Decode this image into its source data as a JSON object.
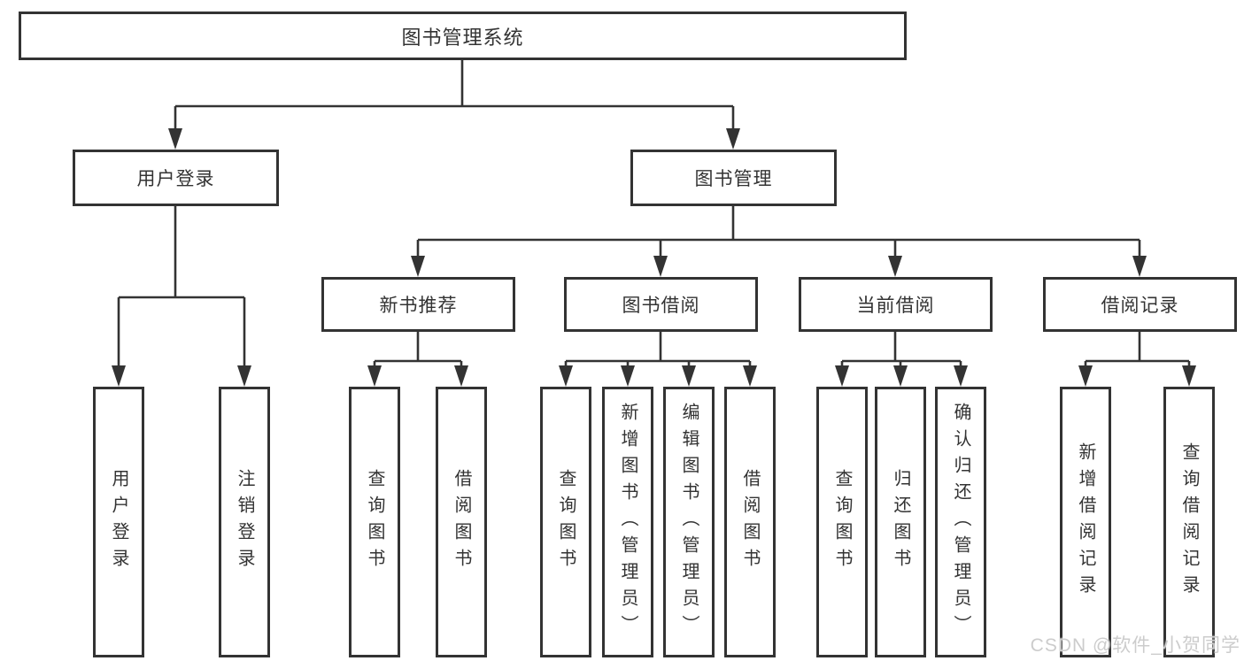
{
  "diagram": {
    "root": {
      "label": "图书管理系统",
      "children": [
        {
          "label": "用户登录",
          "children": [
            {
              "label": "用户登录"
            },
            {
              "label": "注销登录"
            }
          ]
        },
        {
          "label": "图书管理",
          "children": [
            {
              "label": "新书推荐",
              "children": [
                {
                  "label": "查询图书"
                },
                {
                  "label": "借阅图书"
                }
              ]
            },
            {
              "label": "图书借阅",
              "children": [
                {
                  "label": "查询图书"
                },
                {
                  "label": "新增图书（管理员）"
                },
                {
                  "label": "编辑图书（管理员）"
                },
                {
                  "label": "借阅图书"
                }
              ]
            },
            {
              "label": "当前借阅",
              "children": [
                {
                  "label": "查询图书"
                },
                {
                  "label": "归还图书"
                },
                {
                  "label": "确认归还（管理员）"
                }
              ]
            },
            {
              "label": "借阅记录",
              "children": [
                {
                  "label": "新增借阅记录"
                },
                {
                  "label": "查询借阅记录"
                }
              ]
            }
          ]
        }
      ]
    }
  },
  "watermark": "CSDN @软件_小贺同学",
  "colors": {
    "line": "#333333",
    "box_border": "#333333",
    "text": "#333333",
    "watermark": "#cccccc",
    "background": "#ffffff"
  }
}
